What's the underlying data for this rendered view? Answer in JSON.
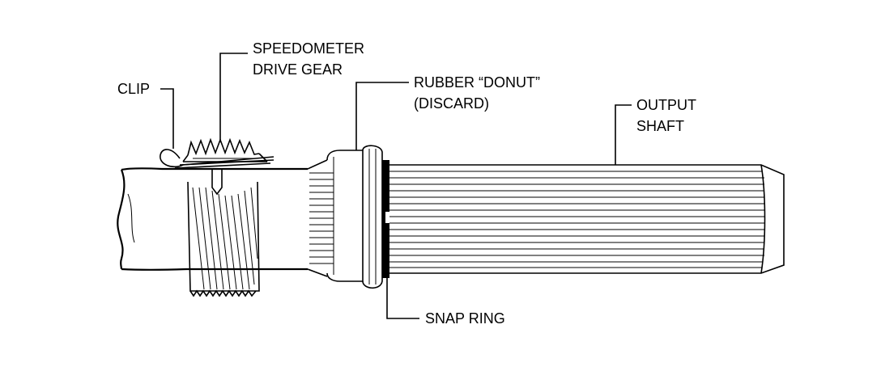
{
  "labels": {
    "clip": "CLIP",
    "speedometer_line1": "SPEEDOMETER",
    "speedometer_line2": "DRIVE GEAR",
    "donut_line1": "RUBBER “DONUT”",
    "donut_line2": "(DISCARD)",
    "output_line1": "OUTPUT",
    "output_line2": "SHAFT",
    "snap_ring": "SNAP RING"
  }
}
